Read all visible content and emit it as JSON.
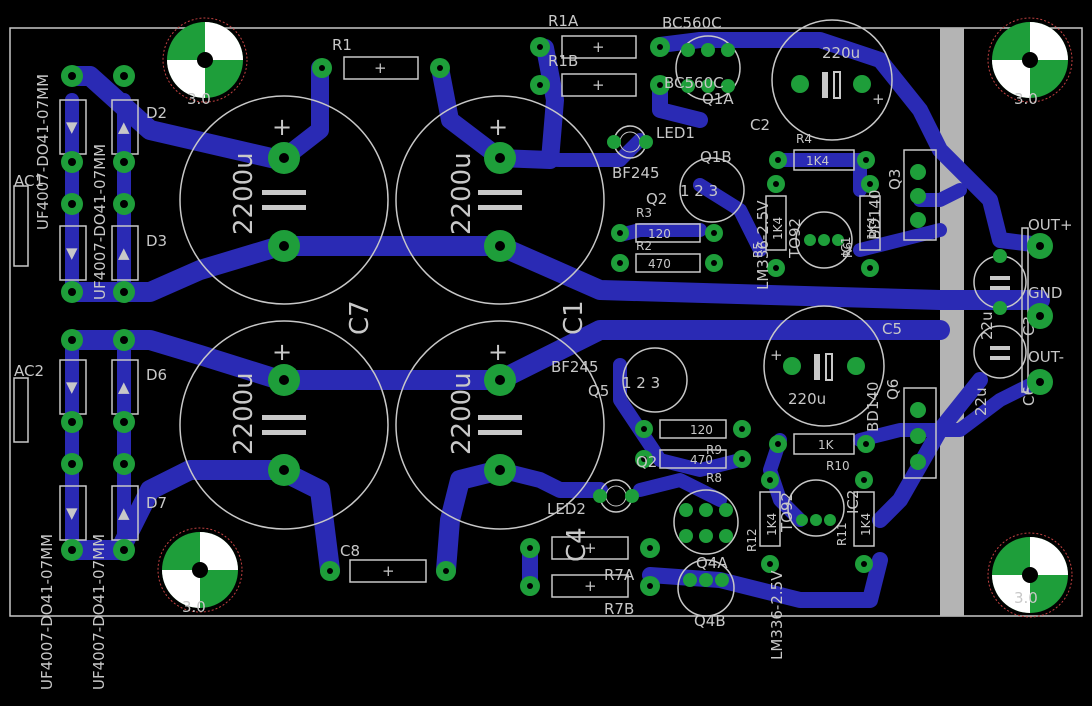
{
  "board": {
    "colors": {
      "background": "#000000",
      "trace": "#2a2ab4",
      "pad": "#1e9e3a",
      "silk": "#c8c8c8",
      "heatsink": "#b4b4b4"
    },
    "mount_holes": [
      "3.0",
      "3.0",
      "3.0",
      "3.0"
    ],
    "diodes": {
      "refs": [
        "D2",
        "D3",
        "D6",
        "D7"
      ],
      "packages": [
        "UF4007-DO41-07MM",
        "UF4007-DO41-07MM",
        "UF4007-DO41-07MM",
        "UF4007-DO41-07MM"
      ]
    },
    "connectors": {
      "ac_top": "AC1",
      "ac_bottom": "AC2",
      "out_plus": "OUT+",
      "gnd": "GND",
      "out_minus": "OUT-"
    },
    "big_caps": {
      "value": "2200u",
      "refs": [
        "C7",
        "C1",
        "C8",
        "C4"
      ]
    },
    "resistors": {
      "R1": "R1",
      "R1A": "R1A",
      "R1B": "R1B",
      "R3": "R3",
      "R2": "R2",
      "R4": "R4",
      "R5": "R5",
      "R6": "R6",
      "R7A": "R7A",
      "R7B": "R7B",
      "R8": "R8",
      "R9": "R9",
      "R10": "R10",
      "R11": "R11",
      "R12": "R12",
      "v120": "120",
      "v470": "470",
      "v1k": "1K",
      "v1k4": "1K4"
    },
    "transistors": {
      "bc560c_1": "BC560C",
      "bc560c_2": "BC560C",
      "Q1A": "Q1A",
      "Q1B": "Q1B",
      "Q2": "Q2",
      "Q3": "Q3",
      "Q4A": "Q4A",
      "Q4B": "Q4B",
      "Q5": "Q5",
      "Q6": "Q6",
      "bf245_1": "BF245",
      "bf245_2": "BF245",
      "bd140_1": "BD140",
      "bd140_2": "BD140",
      "pins": "1 2 3"
    },
    "leds": {
      "led1": "LED1",
      "led2": "LED2"
    },
    "small_caps": {
      "C2": "C2",
      "C3": "C3",
      "C5": "C5",
      "C6": "C6",
      "v220": "220u",
      "v22": "22u"
    },
    "regulators": {
      "ic1": "LM336-2.5V",
      "ic2": "LM336-2.5V",
      "u1": "IC1",
      "u2": "IC2",
      "tag_top": "TO92",
      "tag_bottom": "TO92"
    }
  }
}
